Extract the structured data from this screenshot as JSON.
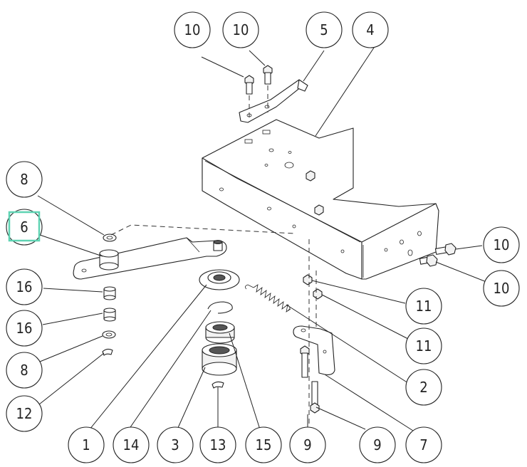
{
  "diagram": {
    "callouts": [
      {
        "id": "c10a",
        "label": "10"
      },
      {
        "id": "c10b",
        "label": "10"
      },
      {
        "id": "c5",
        "label": "5"
      },
      {
        "id": "c4",
        "label": "4"
      },
      {
        "id": "c8a",
        "label": "8"
      },
      {
        "id": "c6",
        "label": "6",
        "highlighted": true
      },
      {
        "id": "c16a",
        "label": "16"
      },
      {
        "id": "c16b",
        "label": "16"
      },
      {
        "id": "c8b",
        "label": "8"
      },
      {
        "id": "c12",
        "label": "12"
      },
      {
        "id": "c10c",
        "label": "10"
      },
      {
        "id": "c10d",
        "label": "10"
      },
      {
        "id": "c11a",
        "label": "11"
      },
      {
        "id": "c11b",
        "label": "11"
      },
      {
        "id": "c2",
        "label": "2"
      },
      {
        "id": "c7",
        "label": "7"
      },
      {
        "id": "c1",
        "label": "1"
      },
      {
        "id": "c14",
        "label": "14"
      },
      {
        "id": "c3",
        "label": "3"
      },
      {
        "id": "c13",
        "label": "13"
      },
      {
        "id": "c15",
        "label": "15"
      },
      {
        "id": "c9a",
        "label": "9"
      },
      {
        "id": "c9b",
        "label": "9"
      }
    ],
    "highlight_color": "#5fd3b3"
  }
}
